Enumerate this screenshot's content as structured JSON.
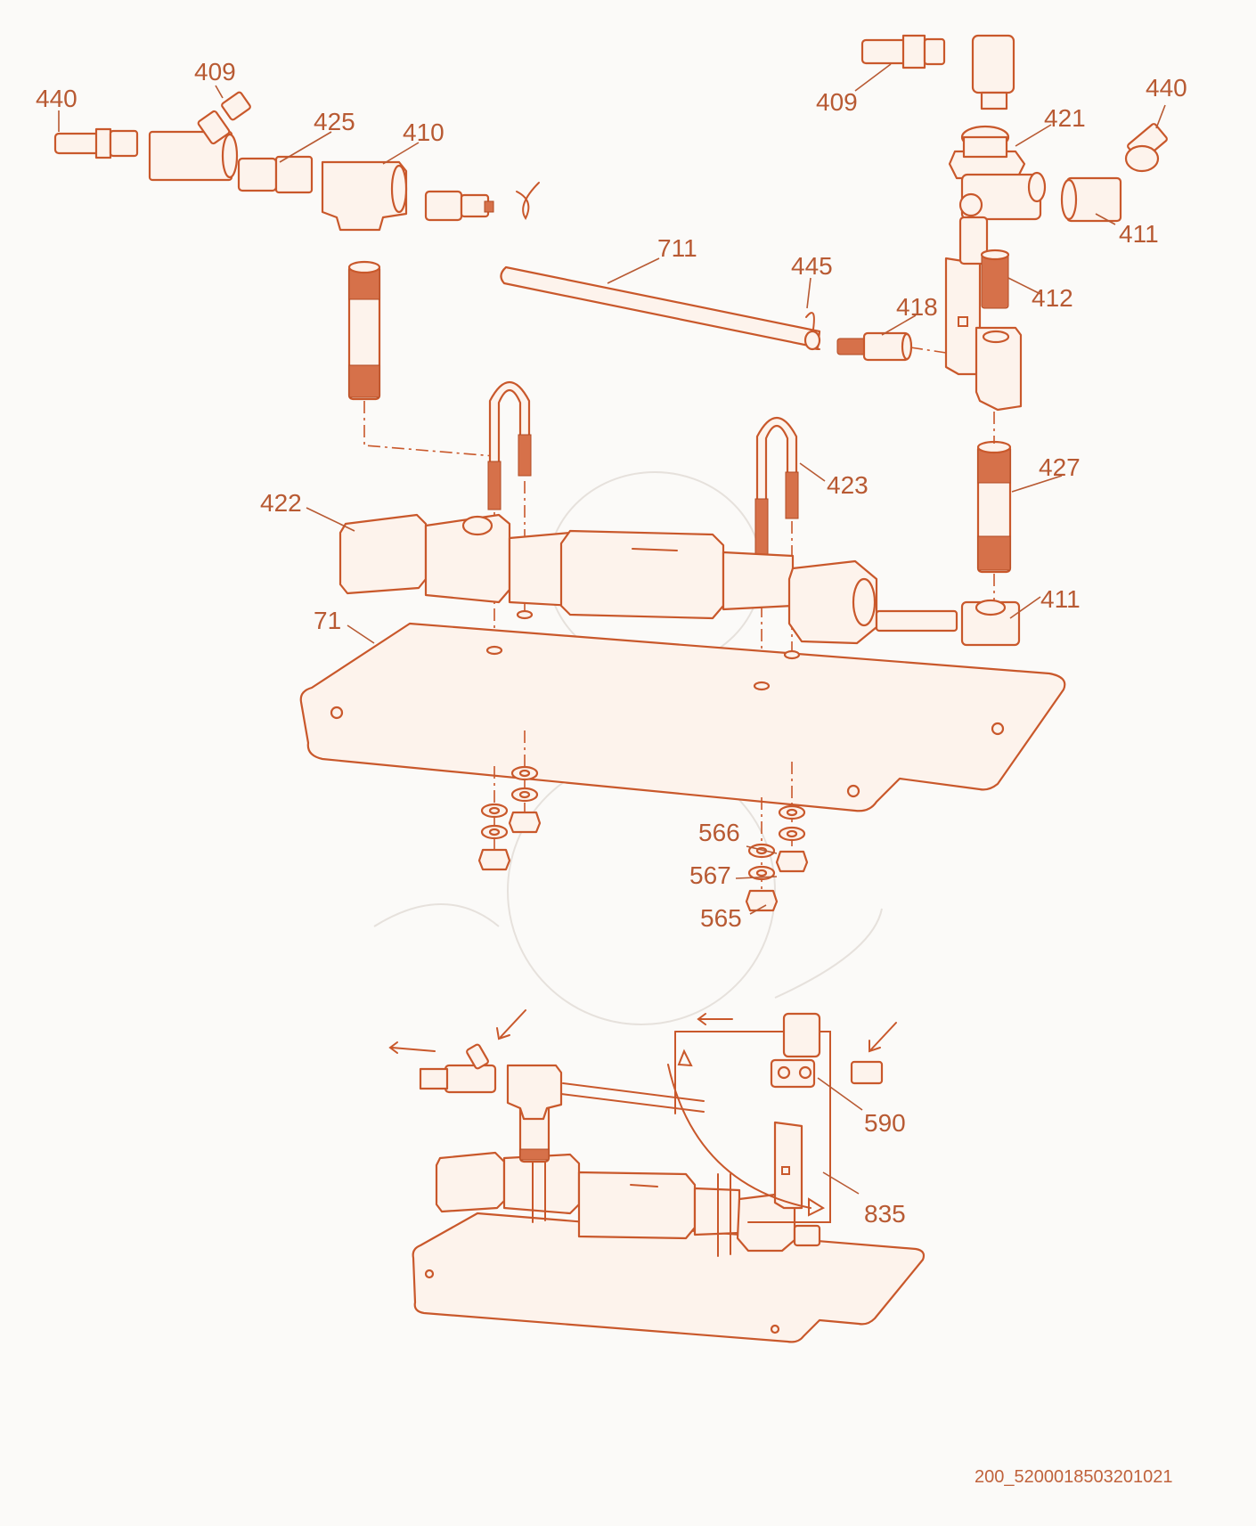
{
  "diagram": {
    "labels": {
      "l440a": "440",
      "l409a": "409",
      "l425": "425",
      "l410": "410",
      "l409b": "409",
      "l421": "421",
      "l440b": "440",
      "l411a": "411",
      "l711": "711",
      "l445": "445",
      "l418": "418",
      "l412": "412",
      "l427": "427",
      "l423": "423",
      "l422": "422",
      "l411b": "411",
      "l71": "71",
      "l566": "566",
      "l567": "567",
      "l565": "565",
      "l590": "590",
      "l835": "835"
    },
    "code": "200_5200018503201021"
  },
  "colors": {
    "accent": "#c9582b",
    "label": "#b85a33",
    "background": "#fbfaf8"
  }
}
